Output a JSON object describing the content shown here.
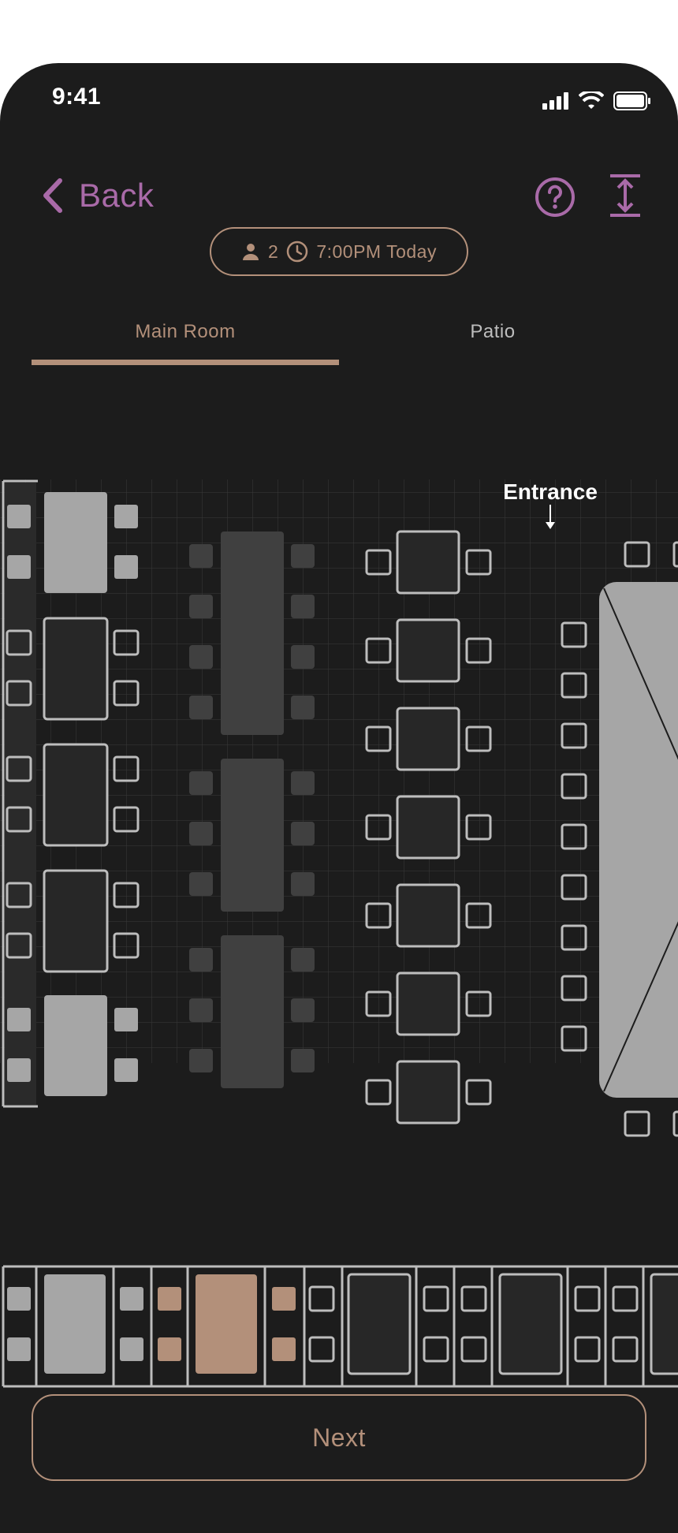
{
  "status_bar": {
    "time": "9:41"
  },
  "header": {
    "back_label": "Back"
  },
  "reservation": {
    "party_size": "2",
    "time": "7:00PM Today"
  },
  "tabs": [
    {
      "label": "Main Room",
      "active": true
    },
    {
      "label": "Patio",
      "active": false
    }
  ],
  "floor_plan": {
    "entrance_label": "Entrance"
  },
  "footer": {
    "next_label": "Next"
  },
  "colors": {
    "accent_purple": "#a96aa8",
    "accent_tan": "#b3907a",
    "background": "#1c1c1c",
    "unavailable_gray": "#a6a6a6",
    "available_outline": "#bdbdbd"
  }
}
